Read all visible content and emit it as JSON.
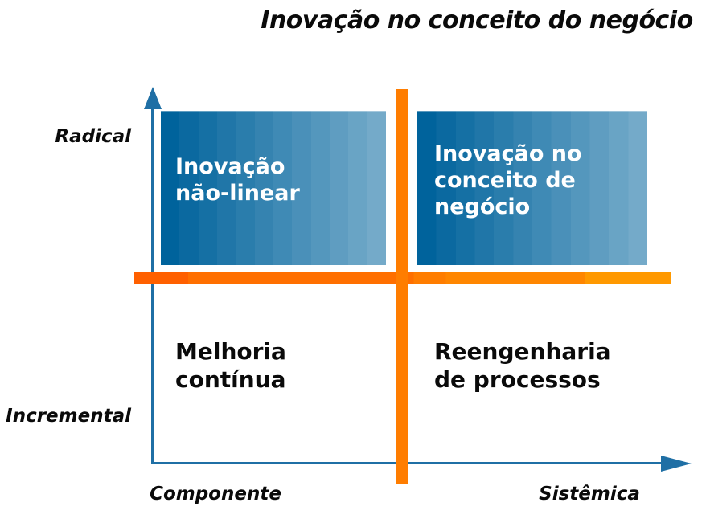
{
  "title": "Inovação no conceito do negócio",
  "axes": {
    "y": {
      "top": "Radical",
      "bottom": "Incremental"
    },
    "x": {
      "left": "Componente",
      "right": "Sistêmica"
    }
  },
  "quadrants": {
    "top_left": "Inovação\nnão-linear",
    "top_right": "Inovação no\nconceito de\nnegócio",
    "bottom_left": "Melhoria\ncontínua",
    "bottom_right": "Reengenharia\nde processos"
  },
  "colors": {
    "axis_blue": "#1f6fa5",
    "box_gradient_start": "#00639c",
    "box_gradient_end": "#74aac9",
    "h_bar_gradient_start": "#ff6000",
    "h_bar_gradient_end": "#ff9900",
    "v_bar_orange": "#ff7d00",
    "box_text": "#ffffff",
    "label_text": "#0a0a0a"
  }
}
